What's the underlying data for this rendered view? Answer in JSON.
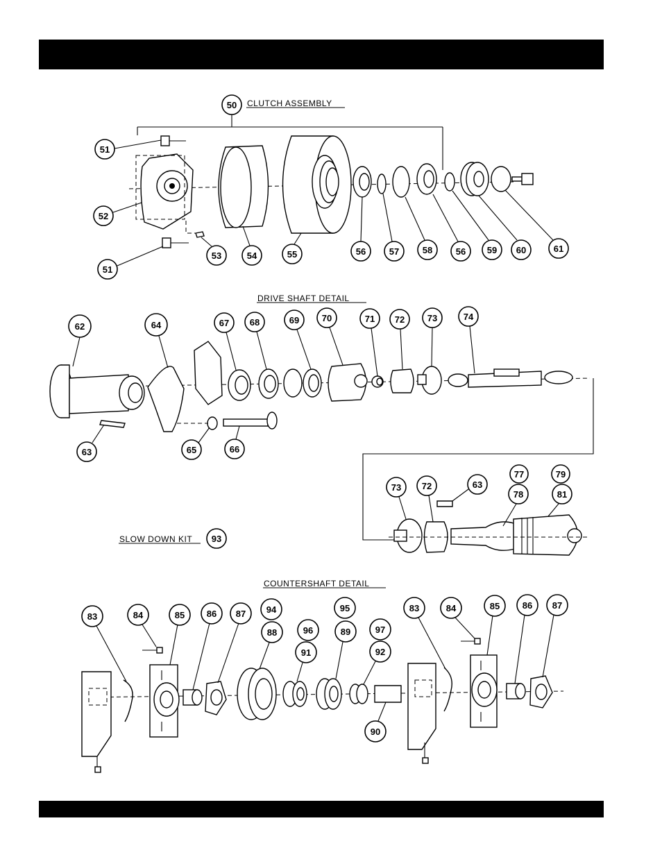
{
  "sections": {
    "clutch": "CLUTCH  ASSEMBLY",
    "drive_shaft": "DRIVE  SHAFT  DETAIL",
    "slow_down": "SLOW  DOWN  KIT",
    "countershaft": "COUNTERSHAFT  DETAIL"
  },
  "callouts": {
    "c50": "50",
    "c51a": "51",
    "c51b": "51",
    "c52": "52",
    "c53": "53",
    "c54": "54",
    "c55": "55",
    "c56a": "56",
    "c56b": "56",
    "c57": "57",
    "c58": "58",
    "c59": "59",
    "c60": "60",
    "c61": "61",
    "c62": "62",
    "c63a": "63",
    "c64": "64",
    "c65": "65",
    "c66": "66",
    "c67": "67",
    "c68": "68",
    "c69": "69",
    "c70": "70",
    "c71": "71",
    "c72a": "72",
    "c73a": "73",
    "c74": "74",
    "c73b": "73",
    "c72b": "72",
    "c63b": "63",
    "c77": "77",
    "c78": "78",
    "c79": "79",
    "c81": "81",
    "c93": "93",
    "c83a": "83",
    "c84a": "84",
    "c85a": "85",
    "c86a": "86",
    "c87a": "87",
    "c94": "94",
    "c88": "88",
    "c96": "96",
    "c91": "91",
    "c95": "95",
    "c89": "89",
    "c97": "97",
    "c92": "92",
    "c90": "90",
    "c83b": "83",
    "c84b": "84",
    "c85b": "85",
    "c86b": "86",
    "c87b": "87"
  }
}
